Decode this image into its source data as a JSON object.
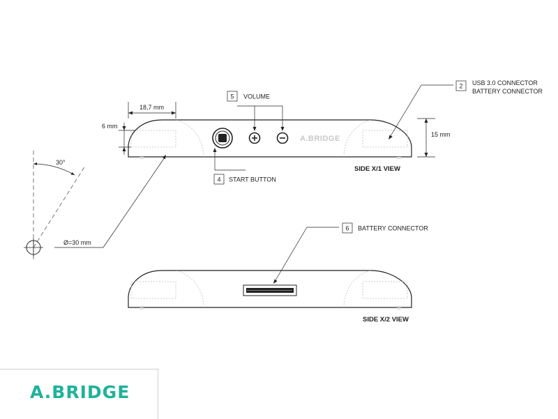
{
  "diagram": {
    "dimensions": {
      "width_18_7": "18,7 mm",
      "height_6": "6 mm",
      "height_15": "15 mm",
      "angle": "30°",
      "diameter": "Ø=30 mm"
    },
    "callouts": [
      {
        "number": "2",
        "lines": [
          "USB 3.0 CONNECTOR",
          "BATTERY CONNECTOR"
        ]
      },
      {
        "number": "5",
        "lines": [
          "VOLUME"
        ]
      },
      {
        "number": "4",
        "lines": [
          "START BUTTON"
        ]
      },
      {
        "number": "6",
        "lines": [
          "BATTERY CONNECTOR"
        ]
      }
    ],
    "views": {
      "side1": "SIDE X/1 VIEW",
      "side2": "SIDE X/2 VIEW"
    },
    "device_watermark": "A.BRIDGE",
    "controls": {
      "plus_symbol": "+",
      "minus_symbol": "−"
    }
  },
  "brand": {
    "logo": "A.BRIDGE",
    "color": "#1fb29b"
  }
}
